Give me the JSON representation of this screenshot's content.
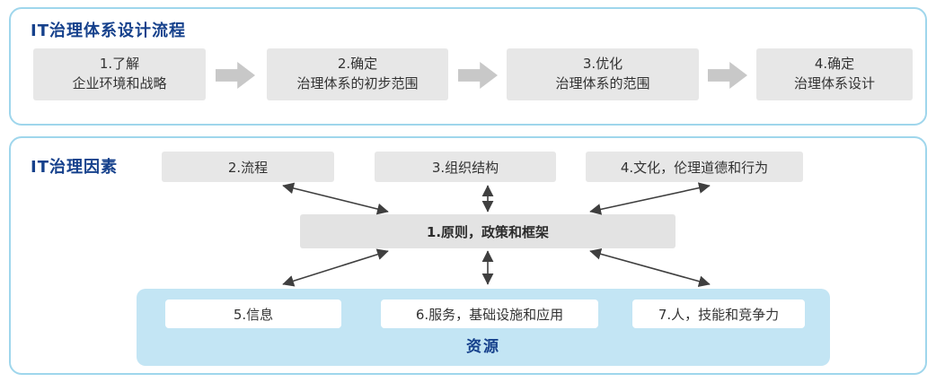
{
  "top_panel": {
    "title": "IT治理体系设计流程",
    "steps": [
      {
        "line1": "1.了解",
        "line2": "企业环境和战略"
      },
      {
        "line1": "2.确定",
        "line2": "治理体系的初步范围"
      },
      {
        "line1": "3.优化",
        "line2": "治理体系的范围"
      },
      {
        "line1": "4.确定",
        "line2": "治理体系设计"
      }
    ]
  },
  "bottom_panel": {
    "title": "IT治理因素",
    "top_boxes": [
      "2.流程",
      "3.组织结构",
      "4.文化，伦理道德和行为"
    ],
    "center_box": "1.原则，政策和框架",
    "resource_boxes": [
      "5.信息",
      "6.服务，基础设施和应用",
      "7.人，技能和竞争力"
    ],
    "resource_label": "资源"
  },
  "colors": {
    "panel_border": "#9fd6ec",
    "title_text": "#16418c",
    "step_box_bg": "#e7e7e7",
    "flow_arrow": "#c8c8c8",
    "resource_bg": "#c3e5f4",
    "connector_stroke": "#3f3f3f"
  }
}
